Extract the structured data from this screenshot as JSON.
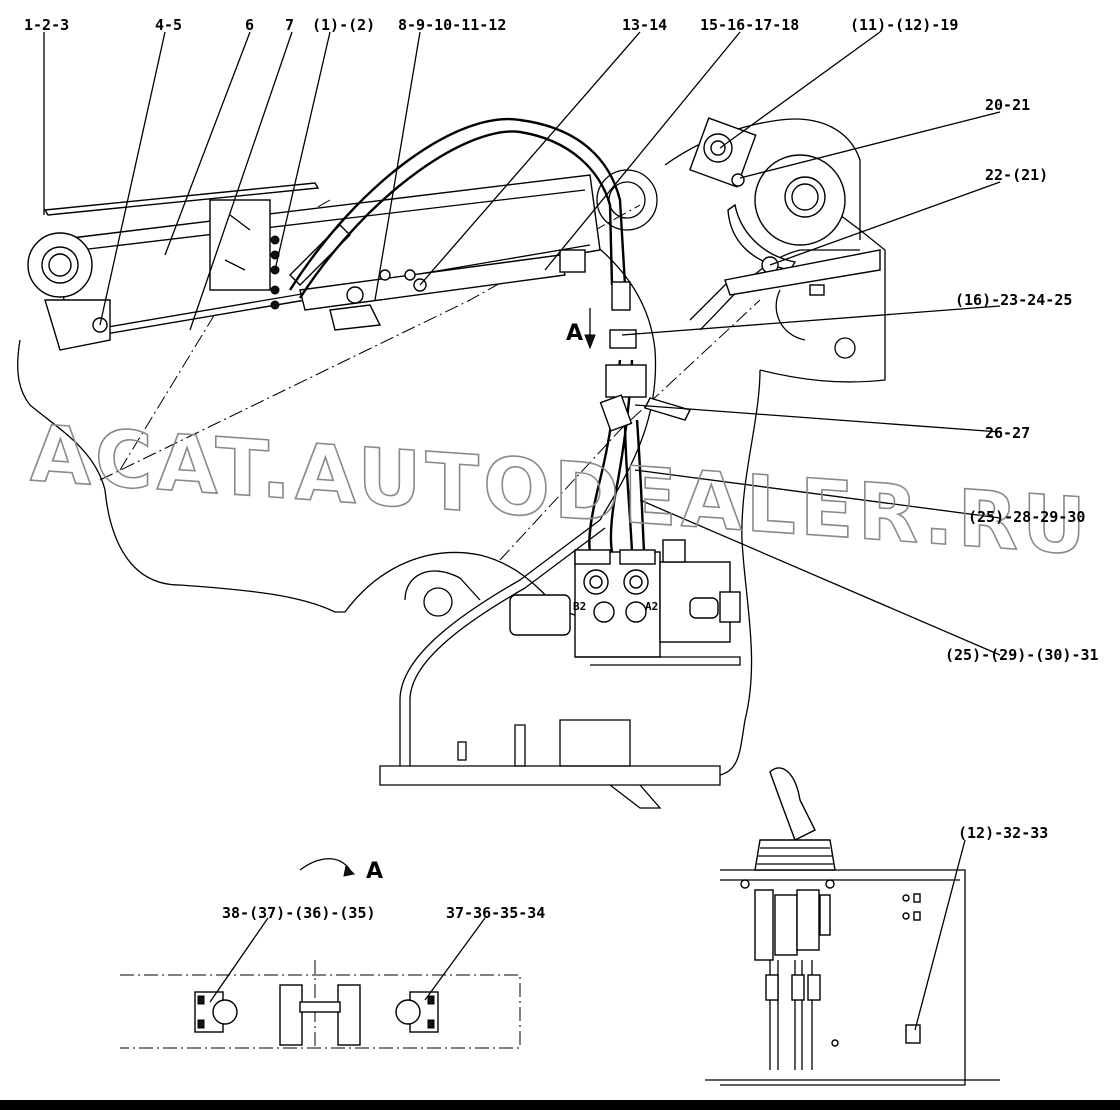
{
  "callouts": {
    "c1": "1-2-3",
    "c2": "4-5",
    "c3": "6",
    "c4": "7",
    "c5": "(1)-(2)",
    "c6": "8-9-10-11-12",
    "c7": "13-14",
    "c8": "15-16-17-18",
    "c9": "(11)-(12)-19",
    "c10": "20-21",
    "c11": "22-(21)",
    "c12": "(16)-23-24-25",
    "c13": "26-27",
    "c14": "(25)-28-29-30",
    "c15": "(25)-(29)-(30)-31",
    "c16": "(12)-32-33",
    "c17": "38-(37)-(36)-(35)",
    "c18": "37-36-35-34"
  },
  "view_marks": {
    "view_arrow_label": "A",
    "view_title": "A"
  },
  "valve_ports": {
    "b2": "B2",
    "a2": "A2"
  },
  "watermark": "ACAT.AUTODEALER.RU"
}
